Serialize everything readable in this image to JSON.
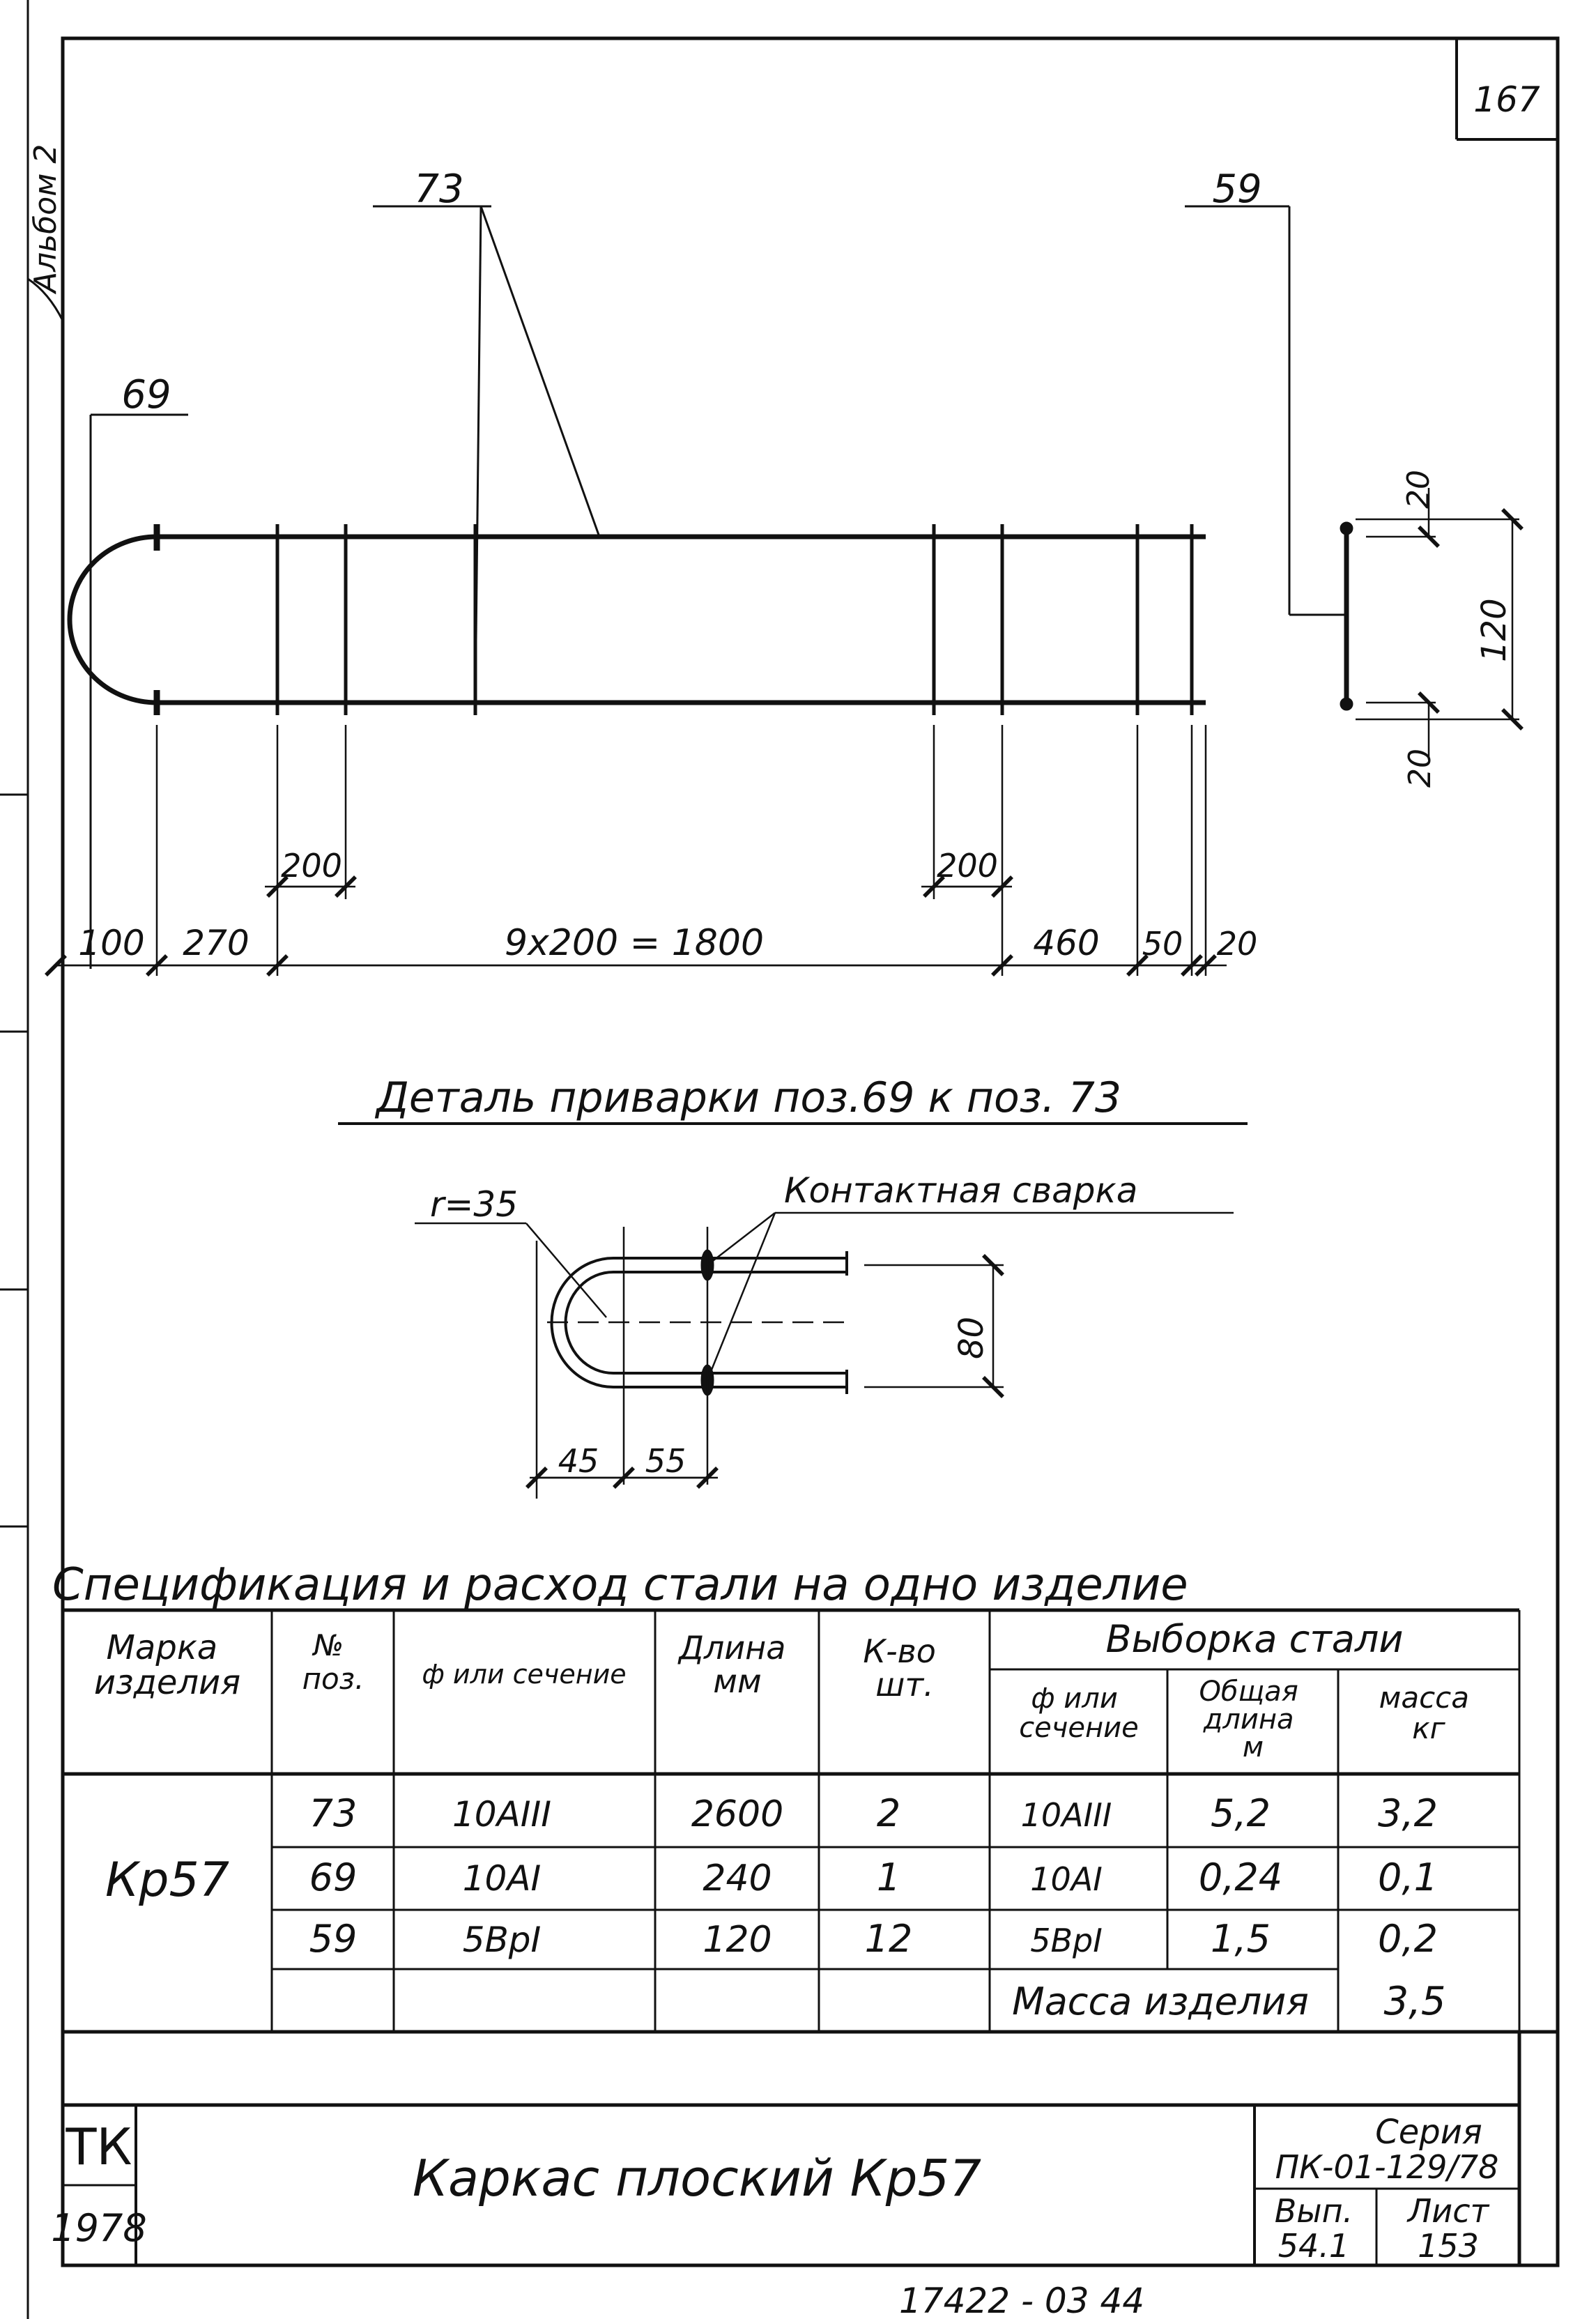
{
  "sheet": {
    "album_label": "Альбом 2",
    "page_number": "167",
    "bottom_note": "17422 - 03 44"
  },
  "main_drawing": {
    "callouts": {
      "pos73": "73",
      "pos69": "69",
      "pos59": "59"
    },
    "dims": {
      "d100": "100",
      "d270": "270",
      "d9x200": "9x200 = 1800",
      "d460": "460",
      "d50": "50",
      "d20": "20",
      "d200_left": "200",
      "d200_right": "200"
    },
    "section_dims": {
      "top20": "20",
      "h120": "120",
      "bottom20": "20"
    }
  },
  "detail": {
    "title": "Деталь приварки поз.69 к поз. 73",
    "radius_label": "r=35",
    "weld_label": "Контактная сварка",
    "dims": {
      "h80": "80",
      "w45": "45",
      "w55": "55"
    }
  },
  "spec": {
    "title": "Спецификация и расход стали на одно изделие",
    "headers": {
      "mark": "Марка изделия",
      "pos": "№ поз.",
      "section": "ф или сечение",
      "length": "Длина мм",
      "qty": "К-во шт.",
      "selection": "Выборка стали",
      "sel_section": "ф или сечение",
      "sel_total_length": "Общая длина м",
      "sel_mass": "масса кг"
    },
    "mark": "Кр57",
    "rows": [
      {
        "pos": "73",
        "section": "10АIII",
        "length": "2600",
        "qty": "2",
        "sel_section": "10АIII",
        "total_length": "5,2",
        "mass": "3,2"
      },
      {
        "pos": "69",
        "section": "10АI",
        "length": "240",
        "qty": "1",
        "sel_section": "10АI",
        "total_length": "0,24",
        "mass": "0,1"
      },
      {
        "pos": "59",
        "section": "5ВрI",
        "length": "120",
        "qty": "12",
        "sel_section": "5ВрI",
        "total_length": "1,5",
        "mass": "0,2"
      }
    ],
    "total_label": "Масса изделия",
    "total_mass": "3,5"
  },
  "title_block": {
    "org": "ТК",
    "year": "1978",
    "name": "Каркас плоский Кр57",
    "series_label": "Серия",
    "series_value": "ПК-01-129/78",
    "issue_label": "Вып.",
    "issue_value": "54.1",
    "sheet_label": "Лист",
    "sheet_value": "153"
  }
}
